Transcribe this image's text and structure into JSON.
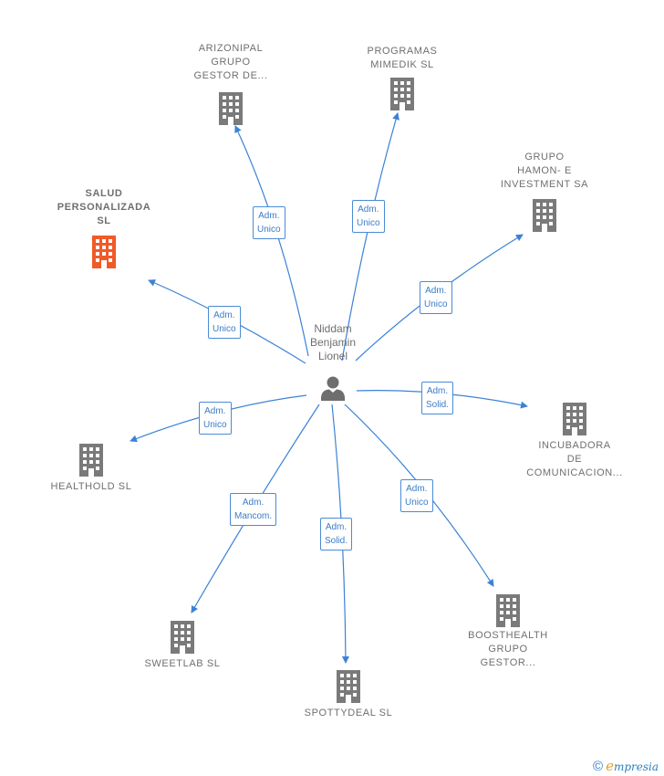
{
  "person": {
    "lines": [
      "Niddam",
      "Benjamin",
      "Lionel"
    ],
    "icon": "person-icon"
  },
  "companies": [
    {
      "id": "arizonipal",
      "lines": [
        "ARIZONIPAL",
        "GRUPO",
        "GESTOR DE..."
      ],
      "icon": "building-icon"
    },
    {
      "id": "programas",
      "lines": [
        "PROGRAMAS",
        "MIMEDIK  SL"
      ],
      "icon": "building-icon"
    },
    {
      "id": "grupo-hamon",
      "lines": [
        "GRUPO",
        "HAMON- E",
        "INVESTMENT SA"
      ],
      "icon": "building-icon"
    },
    {
      "id": "salud",
      "lines": [
        "SALUD",
        "PERSONALIZADA",
        "SL"
      ],
      "icon": "building-icon",
      "highlight": true
    },
    {
      "id": "incubadora",
      "lines": [
        "INCUBADORA",
        "DE",
        "COMUNICACION..."
      ],
      "icon": "building-icon"
    },
    {
      "id": "healthold",
      "lines": [
        "HEALTHOLD SL"
      ],
      "icon": "building-icon"
    },
    {
      "id": "boosthealth",
      "lines": [
        "BOOSTHEALTH",
        "GRUPO",
        "GESTOR..."
      ],
      "icon": "building-icon"
    },
    {
      "id": "sweetlab",
      "lines": [
        "SWEETLAB SL"
      ],
      "icon": "building-icon"
    },
    {
      "id": "spottydeal",
      "lines": [
        "SPOTTYDEAL SL"
      ],
      "icon": "building-icon"
    }
  ],
  "edge_labels": [
    {
      "to": "arizonipal",
      "lines": [
        "Adm.",
        "Unico"
      ]
    },
    {
      "to": "programas",
      "lines": [
        "Adm.",
        "Unico"
      ]
    },
    {
      "to": "grupo-hamon",
      "lines": [
        "Adm.",
        "Unico"
      ]
    },
    {
      "to": "salud",
      "lines": [
        "Adm.",
        "Unico"
      ]
    },
    {
      "to": "incubadora",
      "lines": [
        "Adm.",
        "Solid."
      ]
    },
    {
      "to": "healthold",
      "lines": [
        "Adm.",
        "Unico"
      ]
    },
    {
      "to": "boosthealth",
      "lines": [
        "Adm.",
        "Unico"
      ]
    },
    {
      "to": "sweetlab",
      "lines": [
        "Adm.",
        "Mancom."
      ]
    },
    {
      "to": "spottydeal",
      "lines": [
        "Adm.",
        "Solid."
      ]
    }
  ],
  "colors": {
    "edge": "#3b82d6",
    "building": "#7a7a7a",
    "building_highlight": "#f05a28",
    "person": "#6e6e6e"
  },
  "brand": {
    "symbol": "©",
    "first_letter": "e",
    "rest": "mpresia"
  }
}
